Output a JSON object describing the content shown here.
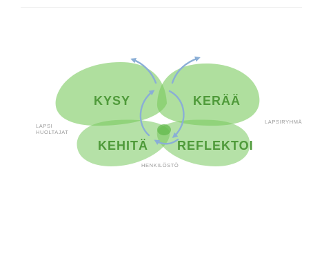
{
  "diagram": {
    "quadrants": {
      "top_left": "KYSY",
      "top_right": "KERÄÄ",
      "bottom_left": "KEHITÄ",
      "bottom_right": "REFLEKTOI"
    },
    "side_labels": {
      "left_line1": "LAPSI",
      "left_line2": "HUOLTAJAT",
      "right": "LAPSIRYHMÄ",
      "bottom": "HENKILÖSTÖ"
    },
    "colors": {
      "wing_fill": "#79c95e",
      "overlap_fill": "#5fb848",
      "label_text": "#4f9a3a",
      "side_text": "#9a9a9a",
      "arrow": "#8aaed6"
    }
  }
}
